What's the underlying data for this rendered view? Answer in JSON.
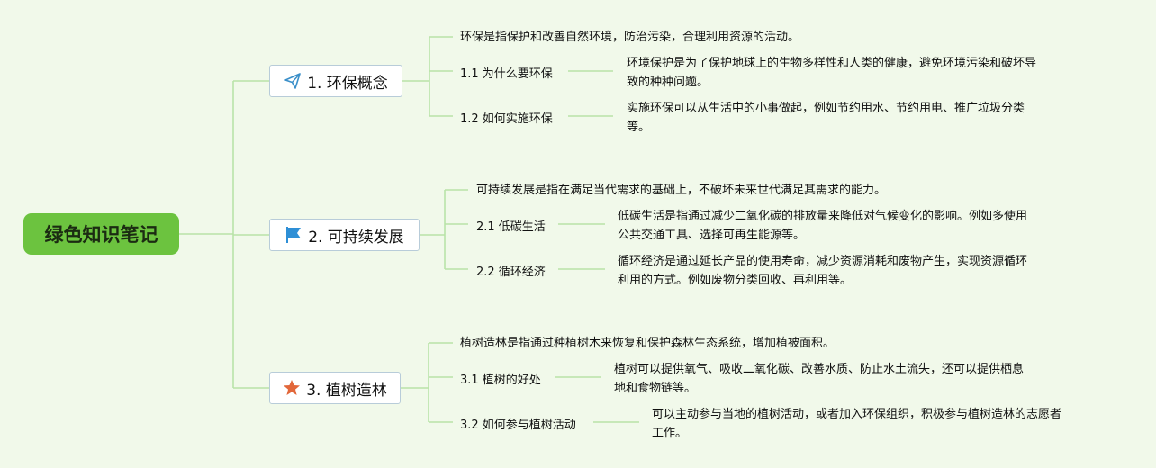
{
  "root": {
    "label": "绿色知识笔记"
  },
  "branches": [
    {
      "label": "1. 环保概念",
      "icon": "paper-plane-icon",
      "definition": "环保是指保护和改善自然环境，防治污染，合理利用资源的活动。",
      "subs": [
        {
          "label": "1.1 为什么要环保",
          "text1": "环境保护是为了保护地球上的生物多样性和人类的健康，避免环境污染和破坏导",
          "text2": "致的种种问题。"
        },
        {
          "label": "1.2 如何实施环保",
          "text1": "实施环保可以从生活中的小事做起，例如节约用水、节约用电、推广垃圾分类",
          "text2": "等。"
        }
      ]
    },
    {
      "label": "2. 可持续发展",
      "icon": "flag-icon",
      "definition": "可持续发展是指在满足当代需求的基础上，不破坏未来世代满足其需求的能力。",
      "subs": [
        {
          "label": "2.1 低碳生活",
          "text1": "低碳生活是指通过减少二氧化碳的排放量来降低对气候变化的影响。例如多使用",
          "text2": "公共交通工具、选择可再生能源等。"
        },
        {
          "label": "2.2 循环经济",
          "text1": "循环经济是通过延长产品的使用寿命，减少资源消耗和废物产生，实现资源循环",
          "text2": "利用的方式。例如废物分类回收、再利用等。"
        }
      ]
    },
    {
      "label": "3. 植树造林",
      "icon": "star-icon",
      "definition": "植树造林是指通过种植树木来恢复和保护森林生态系统，增加植被面积。",
      "subs": [
        {
          "label": "3.1 植树的好处",
          "text1": "植树可以提供氧气、吸收二氧化碳、改善水质、防止水土流失，还可以提供栖息",
          "text2": "地和食物链等。"
        },
        {
          "label": "3.2 如何参与植树活动",
          "text1": "可以主动参与当地的植树活动，或者加入环保组织，积极参与植树造林的志愿者",
          "text2": "工作。"
        }
      ]
    }
  ],
  "colors": {
    "background": "#f1f9ea",
    "root": "#6cc33f",
    "connector": "#b9e3a8",
    "plane": "#3a8fc9",
    "flag": "#2e8fd6",
    "star": "#e2673a"
  }
}
